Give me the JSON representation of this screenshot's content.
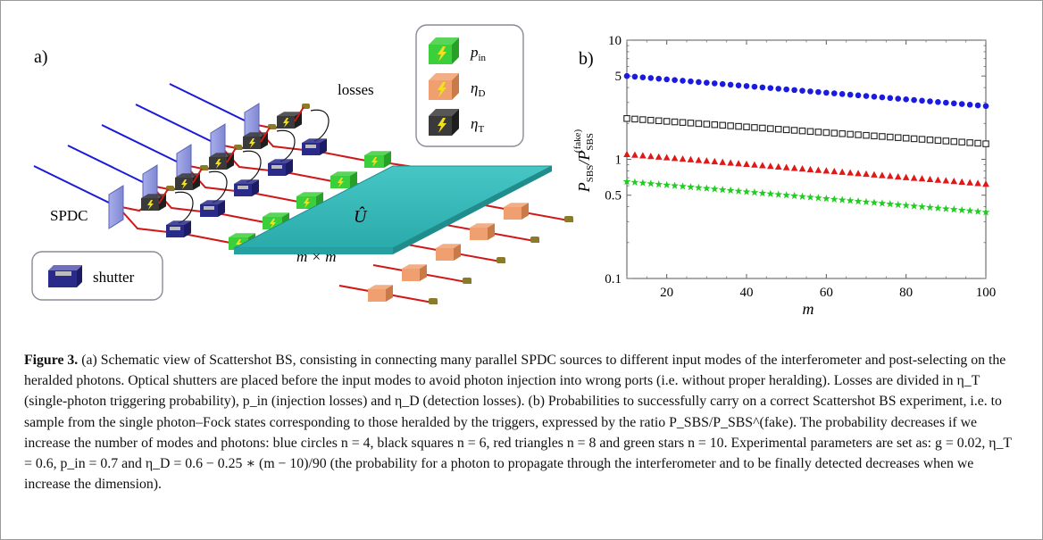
{
  "panel_a": {
    "panel_label": "a)",
    "losses_label": "losses",
    "legend": [
      {
        "symbol": "p_in",
        "color": "#3ccf3c"
      },
      {
        "symbol": "η_D",
        "color": "#f0a070"
      },
      {
        "symbol": "η_T",
        "color": "#3a3a3a"
      }
    ],
    "spdc_label": "SPDC",
    "unitary_label": "Û",
    "mxm_label": "m × m",
    "shutter_label": "shutter",
    "colors": {
      "pump": "#1a1ad8",
      "photon": "#d01818",
      "interferometer": "#2fb2b2",
      "shutter": "#2a2a8a"
    }
  },
  "panel_b": {
    "panel_label": "b)",
    "ylabel": "P_SBS / P_SBS^(fake)",
    "xlabel": "m"
  },
  "chart_data": {
    "type": "scatter",
    "xlabel": "m",
    "ylabel": "P_SBS/P_SBS^(fake)",
    "xlim": [
      10,
      100
    ],
    "ylim": [
      0.1,
      10
    ],
    "yscale": "log",
    "x_ticks": [
      20,
      40,
      60,
      80,
      100
    ],
    "y_ticks": [
      {
        "value": 0.1,
        "label": "0.1"
      },
      {
        "value": 0.5,
        "label": "0.5"
      },
      {
        "value": 1,
        "label": "1"
      },
      {
        "value": 5,
        "label": "5"
      },
      {
        "value": 10,
        "label": "10"
      }
    ],
    "x": [
      10,
      100
    ],
    "series": [
      {
        "marker": "circle",
        "color": "#1a1ae0",
        "y_start": 5.0,
        "y_end": 2.8
      },
      {
        "marker": "square",
        "color": "#222222",
        "y_start": 2.2,
        "y_end": 1.35
      },
      {
        "marker": "triangle",
        "color": "#e01818",
        "y_start": 1.1,
        "y_end": 0.62
      },
      {
        "marker": "star",
        "color": "#22cc22",
        "y_start": 0.65,
        "y_end": 0.36
      }
    ],
    "point_step": 2
  },
  "caption": {
    "label": "Figure 3.",
    "text": " (a) Schematic view of Scattershot BS, consisting in connecting many parallel SPDC sources to different input modes of the interferometer and post-selecting on the heralded photons. Optical shutters are placed before the input modes to avoid photon injection into wrong ports (i.e. without proper heralding). Losses are divided in η_T (single-photon triggering probability), p_in (injection losses) and η_D (detection losses). (b) Probabilities to successfully carry on a correct Scattershot BS experiment, i.e. to sample from the single photon–Fock states corresponding to those heralded by the triggers, expressed by the ratio P_SBS/P_SBS^(fake). The probability decreases if we increase the number of modes and photons: blue circles n = 4, black squares n = 6, red triangles n = 8 and green stars n = 10. Experimental parameters are set as: g = 0.02, η_T = 0.6, p_in = 0.7 and η_D = 0.6 − 0.25 ∗ (m − 10)/90 (the probability for a photon to propagate through the interferometer and to be finally detected decreases when we increase the dimension)."
  }
}
